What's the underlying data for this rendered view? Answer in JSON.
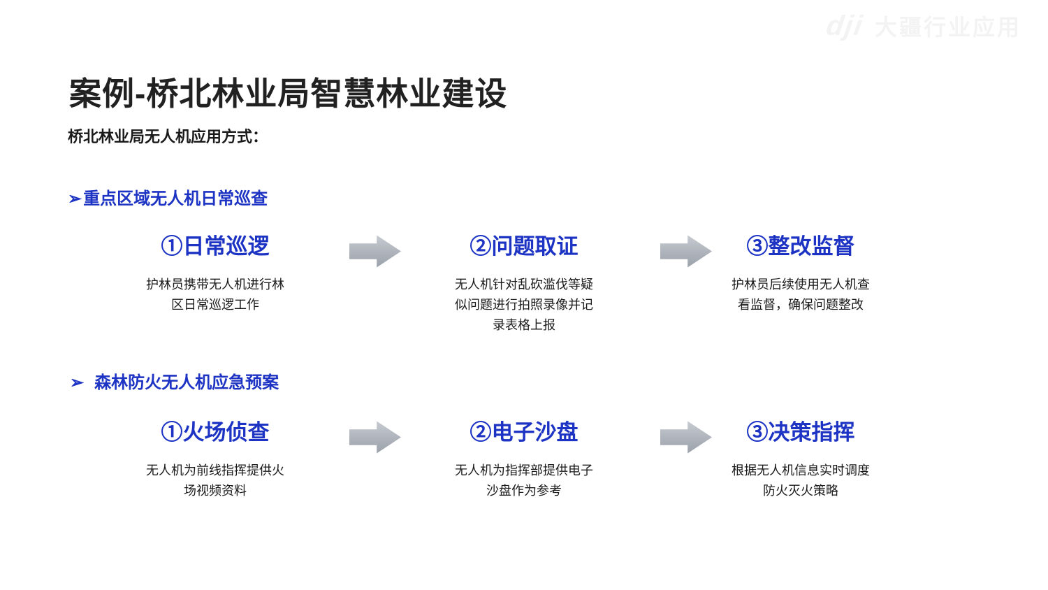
{
  "slide": {
    "title": "案例-桥北林业局智慧林业建设",
    "subtitle": "桥北林业局无人机应用方式：",
    "logo": {
      "mark": "dji",
      "label": "大疆行业应用"
    },
    "sections": [
      {
        "bullet": "➢",
        "heading": "重点区域无人机日常巡查",
        "steps": [
          {
            "title": "①日常巡逻",
            "desc_lines": [
              "护林员携带无人机进行林",
              "区日常巡逻工作"
            ]
          },
          {
            "title": "②问题取证",
            "desc_lines": [
              "无人机针对乱砍滥伐等疑",
              "似问题进行拍照录像并记",
              "录表格上报"
            ]
          },
          {
            "title": "③整改监督",
            "desc_lines": [
              "护林员后续使用无人机查",
              "看监督，确保问题整改"
            ]
          }
        ]
      },
      {
        "bullet": "➢",
        "heading": "森林防火无人机应急预案",
        "steps": [
          {
            "title": "①火场侦查",
            "desc_lines": [
              "无人机为前线指挥提供火",
              "场视频资料"
            ]
          },
          {
            "title": "②电子沙盘",
            "desc_lines": [
              "无人机为指挥部提供电子",
              "沙盘作为参考"
            ]
          },
          {
            "title": "③决策指挥",
            "desc_lines": [
              "根据无人机信息实时调度",
              "防火灭火策略"
            ]
          }
        ]
      }
    ],
    "colors": {
      "accent_blue": "#1c33c4",
      "text_dark": "#1a1a1a",
      "arrow_gray": "#aeb3bb",
      "logo_gray": "#f3f3f3"
    }
  }
}
